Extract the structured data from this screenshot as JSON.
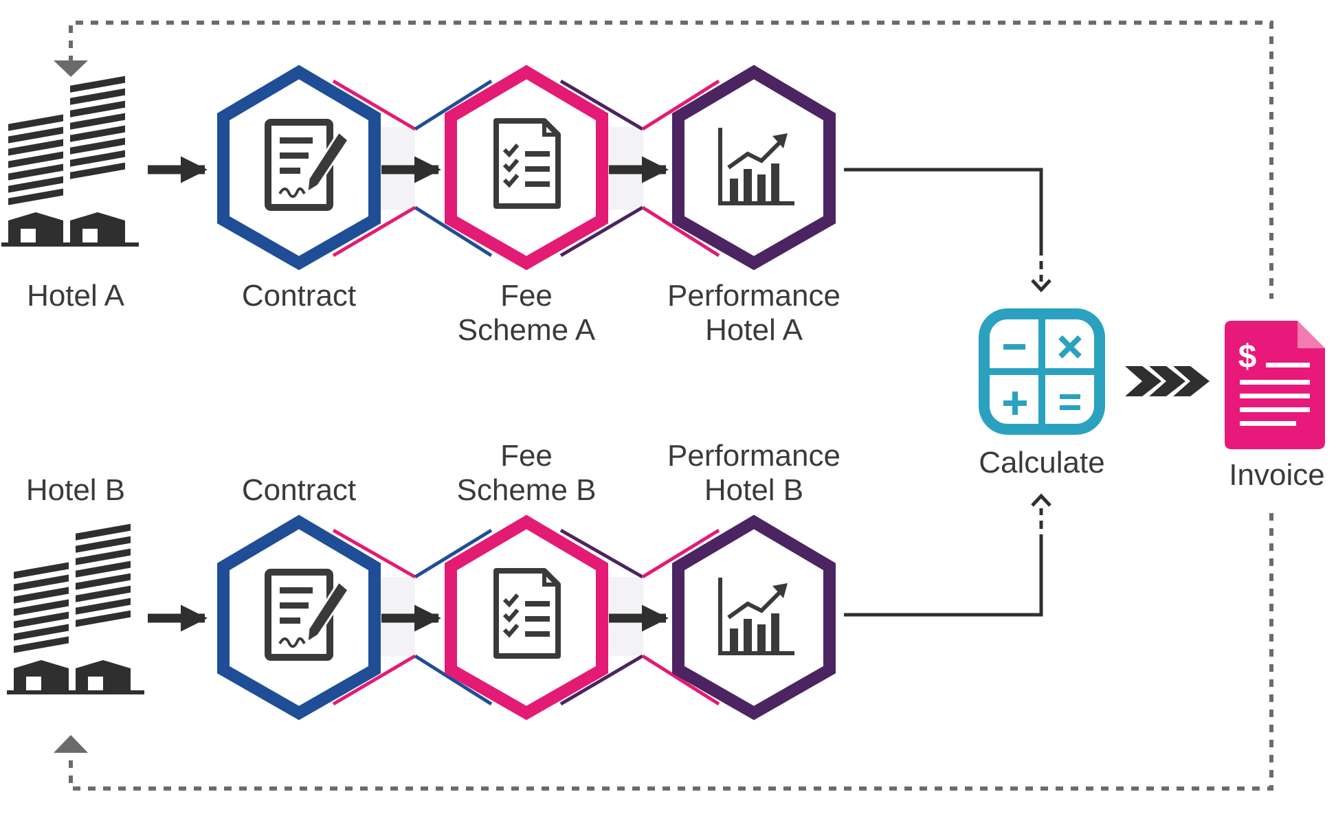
{
  "colors": {
    "contract": "#1f4e96",
    "fee": "#e31b74",
    "performance": "#4b2461",
    "calculate": "#2ba1c0",
    "invoice": "#e8197a",
    "dark": "#2f2f2f",
    "dashed": "#6b6b6b",
    "text": "#3a3a3a"
  },
  "rows": [
    {
      "hotel": {
        "label": "Hotel A",
        "icon": "hotel-buildings-icon"
      },
      "contract": {
        "label": "Contract",
        "icon": "contract-signature-icon"
      },
      "fee": {
        "line1": "Fee",
        "line2": "Scheme A",
        "icon": "checklist-document-icon"
      },
      "performance": {
        "line1": "Performance",
        "line2": "Hotel A",
        "icon": "bar-chart-growth-icon"
      }
    },
    {
      "hotel": {
        "label": "Hotel B",
        "icon": "hotel-buildings-icon"
      },
      "contract": {
        "label": "Contract",
        "icon": "contract-signature-icon"
      },
      "fee": {
        "line1": "Fee",
        "line2": "Scheme B",
        "icon": "checklist-document-icon"
      },
      "performance": {
        "line1": "Performance",
        "line2": "Hotel B",
        "icon": "bar-chart-growth-icon"
      }
    }
  ],
  "calculate": {
    "label": "Calculate",
    "icon": "calculator-icon"
  },
  "invoice": {
    "label": "Invoice",
    "icon": "invoice-dollar-icon"
  }
}
